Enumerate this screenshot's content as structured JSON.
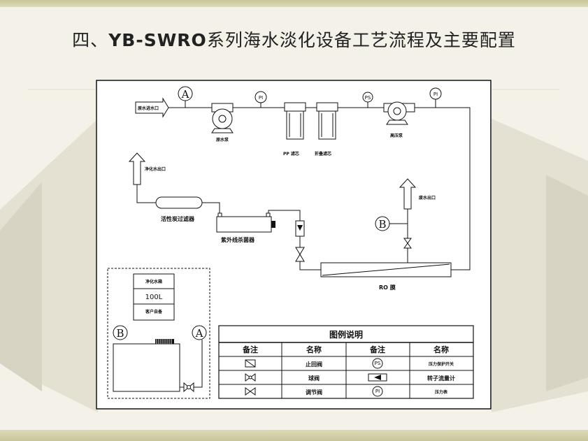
{
  "title": {
    "prefix": "四、",
    "model": "YB-SWRO",
    "suffix": "系列海水淡化设备工艺流程及主要配置"
  },
  "diagram": {
    "inlet_label": "原水进水口",
    "raw_pump_label": "原水泵",
    "pp_filter_label": "PP 滤芯",
    "pleated_filter_label": "折叠滤芯",
    "high_pump_label": "高压泵",
    "pure_outlet_label": "净化水出口",
    "carbon_filter_label": "活性炭过滤器",
    "uv_label": "紫外线杀菌器",
    "waste_outlet_label": "废水出口",
    "ro_label": "RO 膜",
    "marker_a": "A",
    "marker_b": "B",
    "pi": "PI",
    "ps": "PS",
    "tank_title": "净化水箱",
    "tank_volume": "100L",
    "tank_note": "客户自备"
  },
  "legend": {
    "title": "图例说明",
    "col_note": "备注",
    "col_name": "名称",
    "rows": [
      {
        "left_name": "止回阀",
        "right_name": "压力保护开关"
      },
      {
        "left_name": "球阀",
        "right_name": "转子流量计"
      },
      {
        "left_name": "调节阀",
        "right_name": "压力表"
      }
    ]
  }
}
